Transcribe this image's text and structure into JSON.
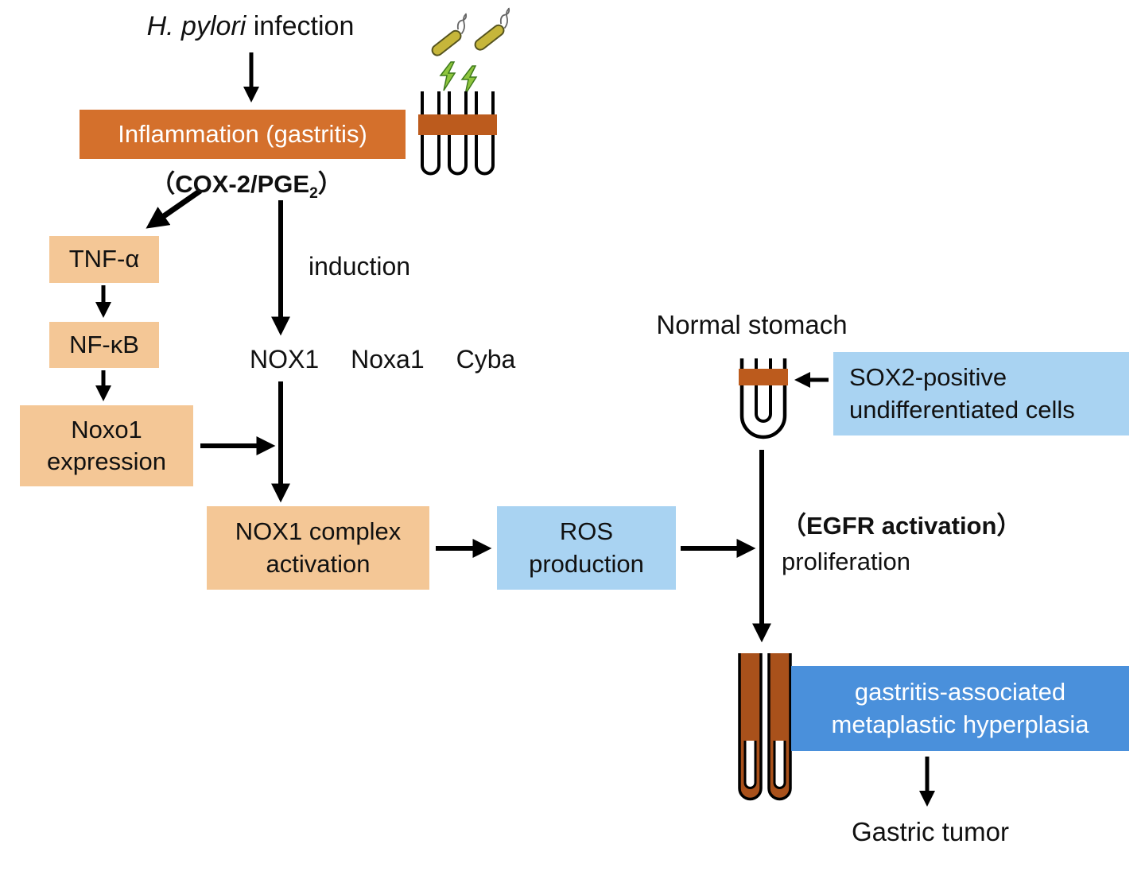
{
  "colors": {
    "orange": "#D4702C",
    "peach": "#F4C796",
    "light_blue": "#A9D3F2",
    "blue": "#4A90DB",
    "gland_band": "#BC5B1D",
    "gland_fill": "#A9511B",
    "bacteria": "#C6B63A",
    "bolt": "#8FC63E"
  },
  "labels": {
    "hpylori_italic": "H. pylori",
    "hpylori_rest": " infection",
    "inflammation": "Inflammation (gastritis)",
    "cox2_pre": "（COX-2/PGE",
    "cox2_sub": "2",
    "cox2_post": "）",
    "tnf": "TNF-α",
    "nfkb": "NF-κB",
    "noxo1_l1": "Noxo1",
    "noxo1_l2": "expression",
    "induction": "induction",
    "genes": [
      "NOX1",
      "Noxa1",
      "Cyba"
    ],
    "nox1_complex_l1": "NOX1 complex",
    "nox1_complex_l2": "activation",
    "ros_l1": "ROS",
    "ros_l2": "production",
    "normal_stomach": "Normal stomach",
    "sox2_l1": "SOX2-positive",
    "sox2_l2": "undifferentiated cells",
    "egfr": "（EGFR activation）",
    "proliferation": "proliferation",
    "metaplasia_l1": "gastritis-associated",
    "metaplasia_l2": "metaplastic hyperplasia",
    "gastric_tumor": "Gastric tumor"
  }
}
